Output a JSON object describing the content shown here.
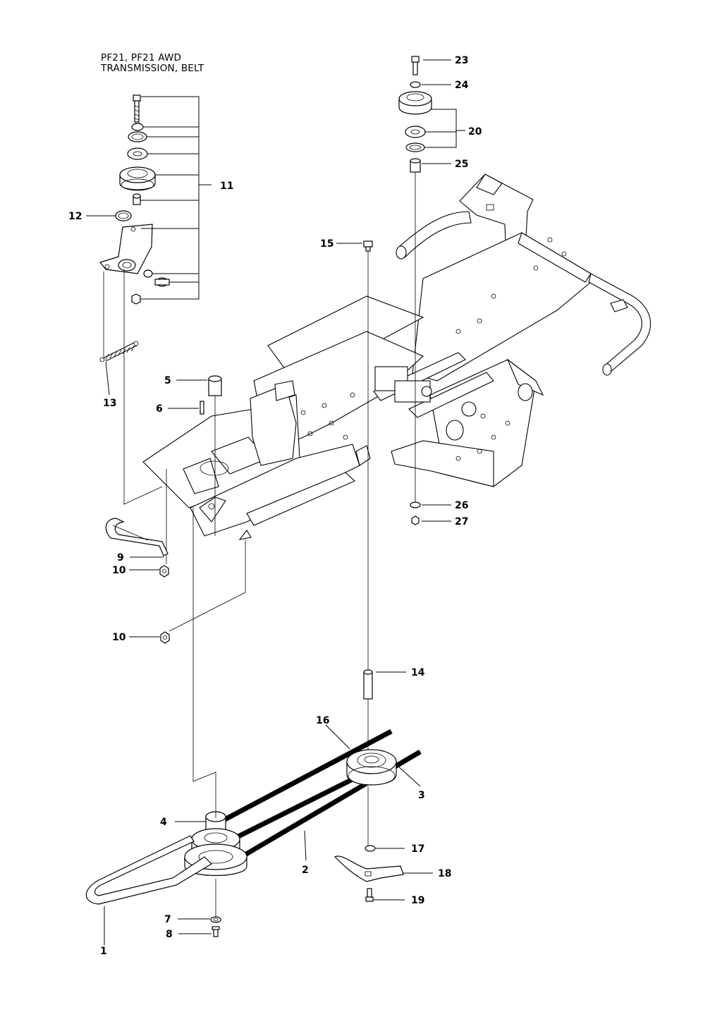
{
  "title": {
    "line1": "PF21, PF21 AWD",
    "line2": "TRANSMISSION, BELT"
  },
  "callouts": [
    {
      "id": "c1",
      "text": "1"
    },
    {
      "id": "c2",
      "text": "2"
    },
    {
      "id": "c3",
      "text": "3"
    },
    {
      "id": "c4",
      "text": "4"
    },
    {
      "id": "c5",
      "text": "5"
    },
    {
      "id": "c6",
      "text": "6"
    },
    {
      "id": "c7",
      "text": "7"
    },
    {
      "id": "c8",
      "text": "8"
    },
    {
      "id": "c9",
      "text": "9"
    },
    {
      "id": "c10a",
      "text": "10"
    },
    {
      "id": "c10b",
      "text": "10"
    },
    {
      "id": "c11",
      "text": "11"
    },
    {
      "id": "c12",
      "text": "12"
    },
    {
      "id": "c13",
      "text": "13"
    },
    {
      "id": "c14",
      "text": "14"
    },
    {
      "id": "c15",
      "text": "15"
    },
    {
      "id": "c16",
      "text": "16"
    },
    {
      "id": "c17",
      "text": "17"
    },
    {
      "id": "c18",
      "text": "18"
    },
    {
      "id": "c19",
      "text": "19"
    },
    {
      "id": "c20",
      "text": "20"
    },
    {
      "id": "c23",
      "text": "23"
    },
    {
      "id": "c24",
      "text": "24"
    },
    {
      "id": "c25",
      "text": "25"
    },
    {
      "id": "c26",
      "text": "26"
    },
    {
      "id": "c27",
      "text": "27"
    }
  ]
}
